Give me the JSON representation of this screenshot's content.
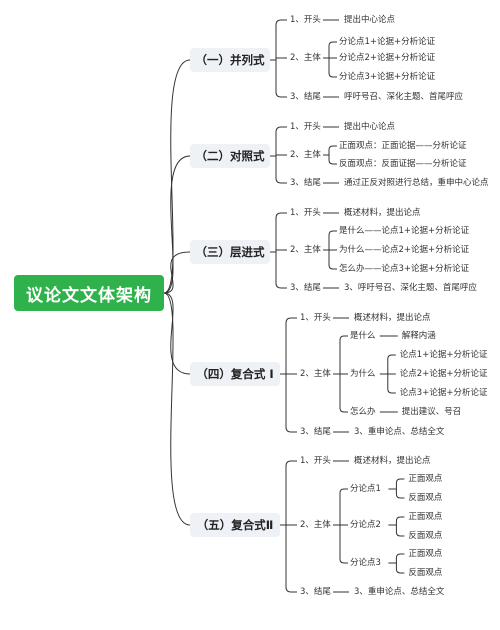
{
  "title": "议论文文体架构",
  "sections": [
    {
      "label": "（一）并列式",
      "parts": [
        {
          "name": "1、开头",
          "text": "提出中心论点"
        },
        {
          "name": "2、主体",
          "children": [
            {
              "text": "分论点1+论据+分析论证"
            },
            {
              "text": "分论点2+论据+分析论证"
            },
            {
              "text": "分论点3+论据+分析论证"
            }
          ]
        },
        {
          "name": "3、结尾",
          "text": "呼吁号召、深化主题、首尾呼应"
        }
      ]
    },
    {
      "label": "（二）对照式",
      "parts": [
        {
          "name": "1、开头",
          "text": "提出中心论点"
        },
        {
          "name": "2、主体",
          "children": [
            {
              "text": "正面观点：正面论据——分析论证"
            },
            {
              "text": "反面观点：反面证据——分析论证"
            }
          ]
        },
        {
          "name": "3、结尾",
          "text": "通过正反对照进行总结，重申中心论点"
        }
      ]
    },
    {
      "label": "（三）层进式",
      "parts": [
        {
          "name": "1、开头",
          "text": "概述材料，提出论点"
        },
        {
          "name": "2、主体",
          "children": [
            {
              "text": "是什么——论点1+论据+分析论证"
            },
            {
              "text": "为什么——论点2+论据+分析论证"
            },
            {
              "text": "怎么办——论点3+论据+分析论证"
            }
          ]
        },
        {
          "name": "3、结尾",
          "text": "3、呼吁号召、深化主题、首尾呼应"
        }
      ]
    },
    {
      "label": "（四）复合式 I",
      "parts": [
        {
          "name": "1、开头",
          "text": "概述材料，提出论点"
        },
        {
          "name": "2、主体",
          "children": [
            {
              "text": "是什么",
              "children": [
                {
                  "text": "解释内涵"
                }
              ]
            },
            {
              "text": "为什么",
              "children": [
                {
                  "text": "论点1+论据+分析论证"
                },
                {
                  "text": "论点2+论据+分析论证"
                },
                {
                  "text": "论点3+论据+分析论证"
                }
              ]
            },
            {
              "text": "怎么办",
              "children": [
                {
                  "text": "提出建议、号召"
                }
              ]
            }
          ]
        },
        {
          "name": "3、结尾",
          "text": "3、重申论点、总结全文"
        }
      ]
    },
    {
      "label": "（五）复合式Ⅱ",
      "parts": [
        {
          "name": "1、开头",
          "text": "概述材料，提出论点"
        },
        {
          "name": "2、主体",
          "children": [
            {
              "text": "分论点1",
              "children": [
                {
                  "text": "正面观点"
                },
                {
                  "text": "反面观点"
                }
              ]
            },
            {
              "text": "分论点2",
              "children": [
                {
                  "text": "正面观点"
                },
                {
                  "text": "反面观点"
                }
              ]
            },
            {
              "text": "分论点3",
              "children": [
                {
                  "text": "正面观点"
                },
                {
                  "text": "反面观点"
                }
              ]
            }
          ]
        },
        {
          "name": "3、结尾",
          "text": "3、重申论点、总结全文"
        }
      ]
    }
  ]
}
